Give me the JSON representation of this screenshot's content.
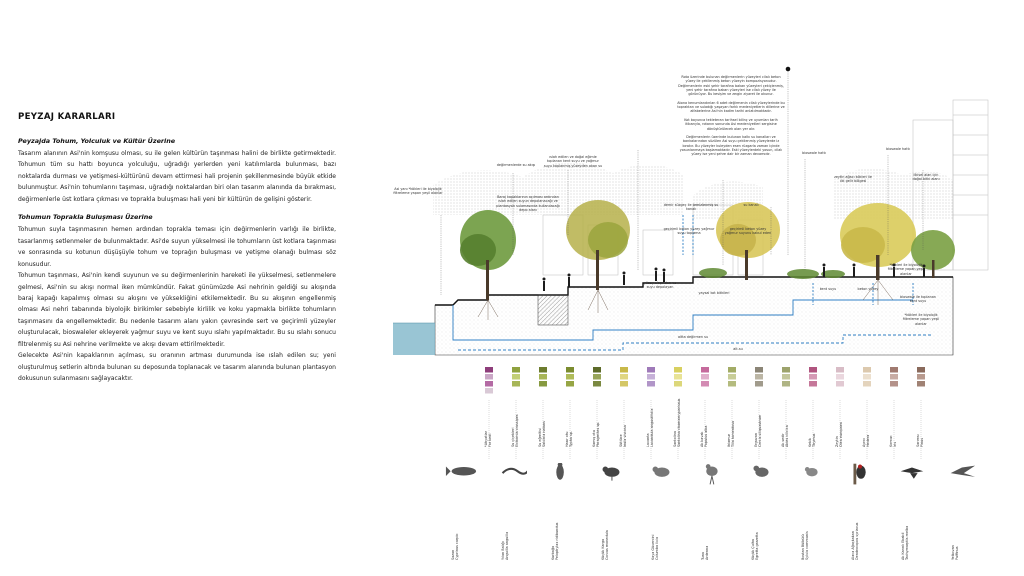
{
  "title": "PEYZAJ KARARLARI",
  "section1": {
    "heading": "Peyzajda Tohum, Yolculuk ve Kültür Üzerine",
    "paragraphs": [
      "Tasarım alanının Asi'nin komşusu olması, su ile gelen kültürün taşınması halini de birlikte getirmektedir. Tohumun tüm su hattı boyunca yolculuğu, uğradığı yerlerden yeni katılımlarda bulunması, bazı noktalarda durması ve yetişmesi-kültürünü devam ettirmesi hali projenin şekillenmesinde büyük etkide bulunmuştur. Asi'nin tohumlarını taşıması, uğradığı noktalardan biri olan tasarım alanında da bırakması, değirmenlerle üst kotlara çıkması ve toprakla buluşması hali yeni bir kültürün de gelişini gösterir."
    ]
  },
  "section2": {
    "heading": "Tohumun Toprakla Buluşması Üzerine",
    "paragraphs": [
      "Tohumun suyla taşınmasının hemen ardından toprakla teması için değirmenlerin varlığı ile birlikte, tasarlanmış setlenmeler de bulunmaktadır. Asi'de suyun yükselmesi ile tohumların üst kotlara taşınması ve sonrasında su kotunun düşüşüyle tohum ve toprağın buluşması ve yetişme olanağı bulması söz konusudur.",
      "Tohumun taşınması, Asi'nin kendi suyunun ve su değirmenlerinin hareketi ile yükselmesi, setlenmelere gelmesi, Asi'nin su akışı normal iken mümkündür. Fakat günümüzde Asi nehrinin geldiği su akışında baraj kapağı kapalımış olması su akışını ve yüksekliğini etkilemektedir. Bu su akışının engellenmiş olması Asi nehri tabanında biyolojik birikimler sebebiyle kirlilik ve koku yapmakla birlikte tohumların taşınmasını da engellemektedir. Bu nedenle tasarım alanı yakın çevresinde sert ve geçirimli yüzeyler oluşturulacak, bioswaleler ekleyerek yağmur suyu ve kent suyu ıslahı yapılmaktadır. Bu su ıslahı sonucu filtrelenmiş su Asi nehrine verilmekte ve akışı devam ettirilmektedir.",
      "Gelecekte Asi'nin kapaklarının açılması, su oranının artması durumunda ise ıslah edilen su; yeni oluşturulmuş setlerin altında bulunan su deposunda toplanacak ve tasarım alanında bulunan plantasyon dokusunun sulanmasını sağlayacaktır."
    ]
  },
  "callouts": {
    "top_note": "Rota üzerinde bulunan değirmenlerin yüzeyleri cilalı beton yüzey ile çeki̇lenmiş beton yüzeyin kompozisyonudur. Değirmenlerin eski şehir tarafına bakan yüzeyleri çekiçlenmiş, yeni şehir tarafına bakan yüzeyleri ise cilalı yüzey ile görünüyor. Bu kesişim ve zeıgin ziyaret ile okunur.\n\nAtona kenumlandırılan 6 adet değirmenin cilalı yüzeylerinde bu topraktan ve suladığı yaşayan farklı medeniyetlerin dillerine ve alfabelerine Asi'nin kadim tarihi anlatılmaktadır.\n\nKot boyunca tekleteran tarihsel bilinç ve uyumları tarih itibarıyla, rotanın sonunda Asi medeniyetleri sergisine dönüştürülecek olan yer alır.\n\nDeğirmenlerin üzerinde bulunan kalkı su kanalları ve bankalarından süzülen Asi suyu çekilenmiş yüzeylerde iz bırakır. Bu yüzeyler kuleyden esen rüzgarla zaman içinde yosunlanmaya başlamaktadır. Eski yüzeylerdeki yosun, cilalı yüzey ise yeni şehre dair bir zaman devamıdır.",
    "asi_yani": "Asi yanı *kökleri ile biyolojik filtreleme yapan yeşil alanlar",
    "degirmen_su_akisi": "değirmenlerde su akışı",
    "islah_edilen": "ıslah edilen ve doğal eğimle toplanan kent suyu ve yağmur suyu kaplanmış yüzeyden akan su",
    "baraj": "Baraj kapaklarının açılması ardından ıslah edilen suyun depolanacağı ve plantasyon sulamasında kullanılacağı depo alanı",
    "demir": "demir süzgeç ile temizlenmiş su kanalı",
    "su_kanali": "su kanalı",
    "gecirimli": "geçirimli beton yüzey yağmur suyu toplama",
    "gecirimli2": "geçirimli beton yüzey yağmur suyunu kabul eden",
    "yuzey_akis": "yüzey akışından ve suyu depolayan",
    "yaysal": "yaysal kot bitkileri",
    "bioswale1": "bioswale hattı",
    "bioswale2": "bioswale hattı",
    "zeytin": "zeytin ağacı kökleri ile ılık gelir bölgesi",
    "kent": "kent suyu",
    "beton": "beton yüzey",
    "ikisel": "ilkisel alan için doğal bitki alanı",
    "biyolojik": "*kökleri ile biyolojik filtreleme yapan yeşil alanlar",
    "bioswale_su": "bioswale ile toplanan kent suyu",
    "alt_su": "alt-su",
    "altta_su": "altta değirmen su",
    "sag_biyolojik": "*kökleri ile biyolojik filtreleme yapan yeşil alanlar"
  },
  "species": [
    {
      "name": "*Ahyatlar\nFor kedi",
      "colors": [
        "#8e3d7b",
        "#caa7c6",
        "#b46aa4",
        "#d9c9d6"
      ]
    },
    {
      "name": "Su çiçekleri\nEichornia crassipes",
      "colors": [
        "#8fa23f",
        "#c2cf76",
        "#a7b657"
      ]
    },
    {
      "name": "Su eğreltisi\nSalvinia natans",
      "colors": [
        "#6d7c2e",
        "#a8b658",
        "#879a40"
      ]
    },
    {
      "name": "Hasır otu\nTypha sp.",
      "colors": [
        "#7b8c2f",
        "#b0bc5a",
        "#96a544"
      ]
    },
    {
      "name": "Kamış otu\nPhragmites sp.",
      "colors": [
        "#5d6b2a",
        "#98a55a",
        "#7a8840"
      ]
    },
    {
      "name": "Sütlüce\nInula viscosa",
      "colors": [
        "#c8b94a",
        "#e0d682",
        "#d4c766"
      ]
    },
    {
      "name": "Lavanta\nLavandula angustifolia",
      "colors": [
        "#9f7ab9",
        "#c6b1d8",
        "#b195c8"
      ]
    },
    {
      "name": "Santolina\nSantolina chamaecyparissus",
      "colors": [
        "#d8d060",
        "#e8e396",
        "#dcd77a"
      ]
    },
    {
      "name": "Ak kavak\nPopulus alba",
      "colors": [
        "#c56a9c",
        "#e0b0cb",
        "#d38bb3"
      ]
    },
    {
      "name": "Ihlamur\nTilia tomentosa",
      "colors": [
        "#a3ac66",
        "#c8cd98",
        "#b4bb7e"
      ]
    },
    {
      "name": "Erguvan\nCercis siliquastrum",
      "colors": [
        "#8b8576",
        "#bcb6a5",
        "#a19b8c"
      ]
    },
    {
      "name": "Ak sedir\nAbies cilicica",
      "colors": [
        "#9da36c",
        "#c4c79c",
        "#afb484"
      ]
    },
    {
      "name": "Kekik\nThymus",
      "colors": [
        "#b0547f",
        "#d59ab5",
        "#c57799"
      ]
    },
    {
      "name": "Zeytin\nOlea europaea",
      "colors": [
        "#d8bcc6",
        "#ead7de",
        "#e1c9d2"
      ]
    },
    {
      "name": "Ayrıcı\nHedera",
      "colors": [
        "#dcc9ae",
        "#ece0cf",
        "#e4d4bd"
      ]
    },
    {
      "name": "Kırmızı\nİris",
      "colors": [
        "#a07a70",
        "#c8aca4",
        "#b4928a"
      ]
    },
    {
      "name": "Sarımsı\nPinus",
      "colors": [
        "#8a6a5c",
        "#b89a8e",
        "#a08274"
      ]
    }
  ],
  "animals": [
    {
      "name": "Sazan\nCyprinus carpio"
    },
    {
      "name": "Yılan Balığı\nAnguilla anguilla"
    },
    {
      "name": "Kurbağa\nPelophylax ridibundus"
    },
    {
      "name": "Küçük Karga\nCorvus monedula"
    },
    {
      "name": "Kaya Güvercini\nColumba livia"
    },
    {
      "name": "Tuna\nArdenna"
    },
    {
      "name": "Küçük Çulha\nEgretta garzetta"
    },
    {
      "name": "Bostan Bülbülü\nSylvia communis"
    },
    {
      "name": "Alaca Ağaçkakan\nDendrocopos syriacus"
    },
    {
      "name": "Ak Karınlı Ebabil\nTachymarptis melba"
    },
    {
      "name": "Yelkovan\nPuffinus"
    }
  ]
}
